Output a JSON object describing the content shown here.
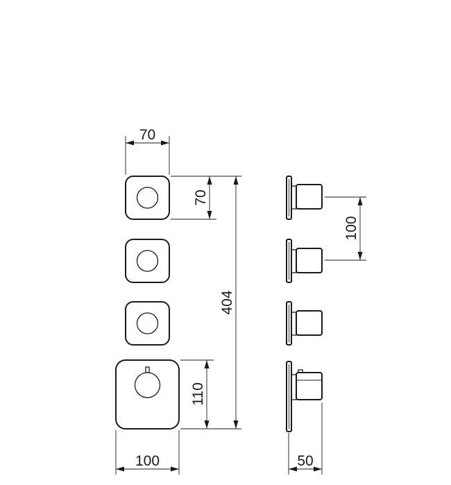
{
  "dimensions": {
    "front_width_small": "70",
    "front_height_small": "70",
    "total_height": "404",
    "front_height_large": "110",
    "front_width_large": "100",
    "side_spacing": "100",
    "side_depth": "50"
  }
}
